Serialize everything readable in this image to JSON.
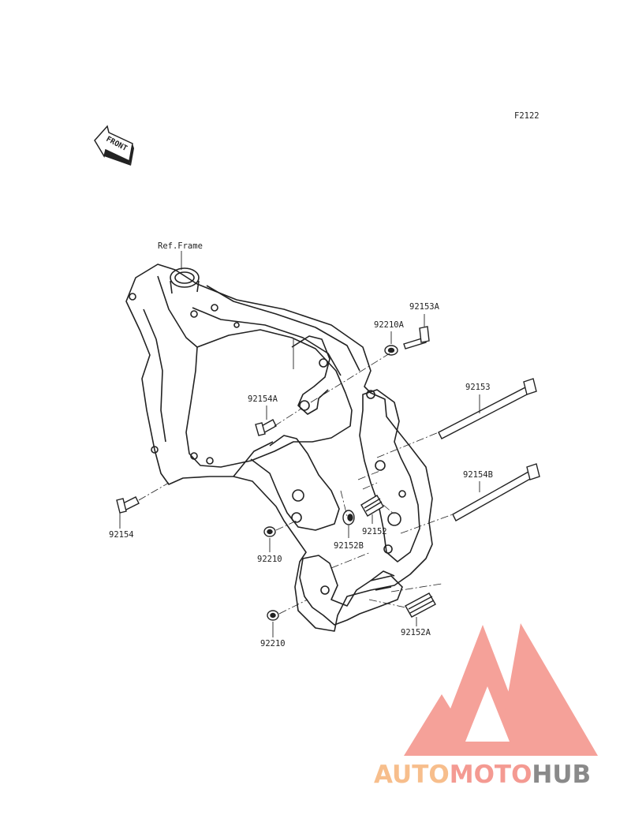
{
  "diagram": {
    "code": "F2122",
    "front_label": "FRONT",
    "ref_label": "Ref.Frame",
    "parts": {
      "p92153A": "92153A",
      "p92210A": "92210A",
      "p92153": "92153",
      "p92154A": "92154A",
      "p92154B": "92154B",
      "p92154": "92154",
      "p92152": "92152",
      "p92152B": "92152B",
      "p92210_upper": "92210",
      "p92152A": "92152A",
      "p92210_lower": "92210"
    }
  },
  "watermark": {
    "word_auto": "AUTO",
    "word_moto": "MOTO",
    "word_hub": "HUB",
    "color_auto": "#f7be8c",
    "color_moto": "#f49a92",
    "color_hub": "#8a8a8a",
    "logo_color": "#f4978f"
  }
}
